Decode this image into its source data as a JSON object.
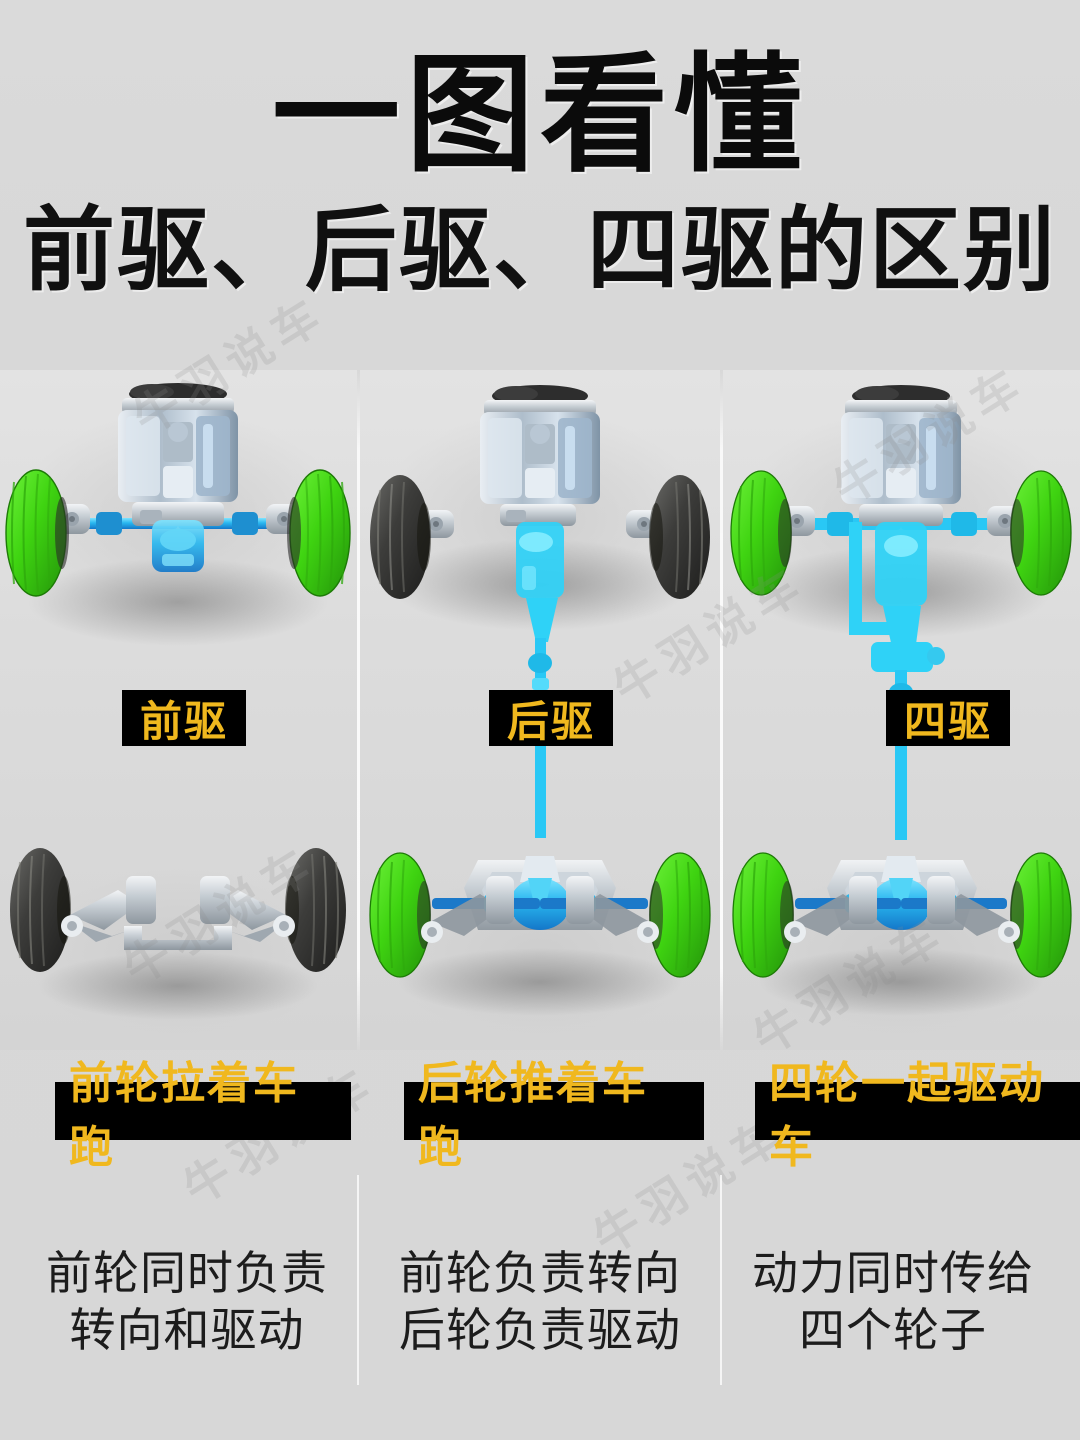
{
  "header": {
    "title": "一图看懂",
    "subtitle": "前驱、后驱、四驱的区别"
  },
  "colors": {
    "background": "#d9d9d9",
    "badge_bg": "#000000",
    "badge_text": "#f0b81e",
    "driven_wheel": "#3fd411",
    "idle_wheel": "#3a3a3a",
    "powertrain_highlight": "#29c8f5",
    "metal": "#c8cdd2",
    "body_text": "#1c1c1c"
  },
  "watermark": "牛羽说车",
  "panels": [
    {
      "id": "fwd",
      "label": "前驱",
      "caption": "前轮拉着车跑",
      "description": "前轮同时负责\n转向和驱动",
      "layout": "transverse-front-engine",
      "front_wheels_driven": true,
      "rear_wheels_driven": false,
      "driveshaft": false
    },
    {
      "id": "rwd",
      "label": "后驱",
      "caption": "后轮推着车跑",
      "description": "前轮负责转向\n后轮负责驱动",
      "layout": "longitudinal-front-engine",
      "front_wheels_driven": false,
      "rear_wheels_driven": true,
      "driveshaft": true
    },
    {
      "id": "awd",
      "label": "四驱",
      "caption": "四轮一起驱动车",
      "description": "动力同时传给\n四个轮子",
      "layout": "longitudinal-front-engine-transfer-case",
      "front_wheels_driven": true,
      "rear_wheels_driven": true,
      "driveshaft": true
    }
  ]
}
